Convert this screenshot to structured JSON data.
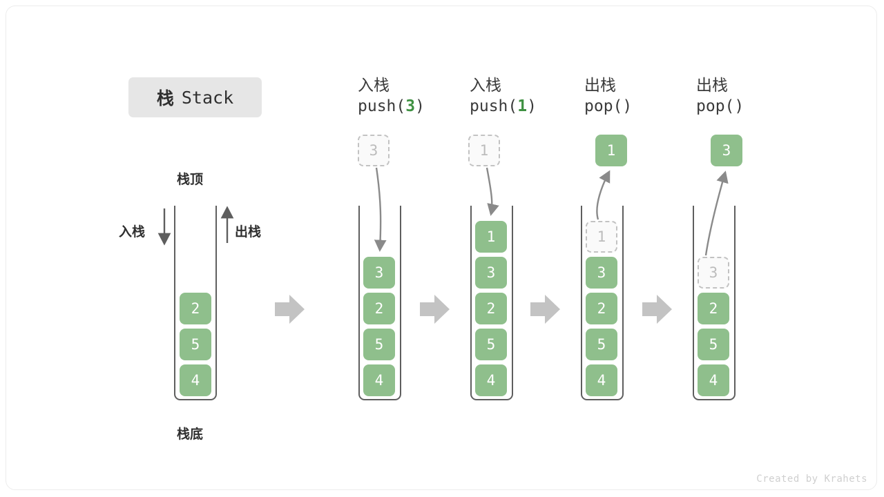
{
  "title": {
    "cn": "栈",
    "en": "Stack"
  },
  "labels": {
    "top": "栈顶",
    "bottom": "栈底",
    "push_side": "入栈",
    "pop_side": "出栈"
  },
  "credit": "Created by Krahets",
  "colors": {
    "cell_fill": "#8fbf8c",
    "cell_text": "#ffffff",
    "ghost_fill": "#fafafa",
    "ghost_border": "#c2c2c2",
    "ghost_text": "#bcbcbc",
    "accent_green": "#3f9142",
    "wall": "#5e5e5e",
    "arrow_gray": "#c3c3c3",
    "curve_arrow": "#8a8a8a",
    "badge_bg": "#e6e6e6"
  },
  "steps": [
    {
      "id": "initial",
      "head_cn": "",
      "head_code_pre": "",
      "head_arg": "",
      "head_code_post": "",
      "floating": null,
      "cells": [
        "2",
        "5",
        "4"
      ],
      "ghost_index": -1
    },
    {
      "id": "push-3",
      "head_cn": "入栈",
      "head_code_pre": "push(",
      "head_arg": "3",
      "head_code_post": ")",
      "floating": {
        "value": "3",
        "kind": "ghost"
      },
      "cells": [
        "3",
        "2",
        "5",
        "4"
      ],
      "ghost_index": -1
    },
    {
      "id": "push-1",
      "head_cn": "入栈",
      "head_code_pre": "push(",
      "head_arg": "1",
      "head_code_post": ")",
      "floating": {
        "value": "1",
        "kind": "ghost"
      },
      "cells": [
        "1",
        "3",
        "2",
        "5",
        "4"
      ],
      "ghost_index": -1
    },
    {
      "id": "pop-1",
      "head_cn": "出栈",
      "head_code_pre": "pop(",
      "head_arg": "",
      "head_code_post": ")",
      "floating": {
        "value": "1",
        "kind": "solid"
      },
      "cells": [
        "1",
        "3",
        "2",
        "5",
        "4"
      ],
      "ghost_index": 0
    },
    {
      "id": "pop-3",
      "head_cn": "出栈",
      "head_code_pre": "pop(",
      "head_arg": "",
      "head_code_post": ")",
      "floating": {
        "value": "3",
        "kind": "solid"
      },
      "cells": [
        "3",
        "2",
        "5",
        "4"
      ],
      "ghost_index": 0
    }
  ]
}
